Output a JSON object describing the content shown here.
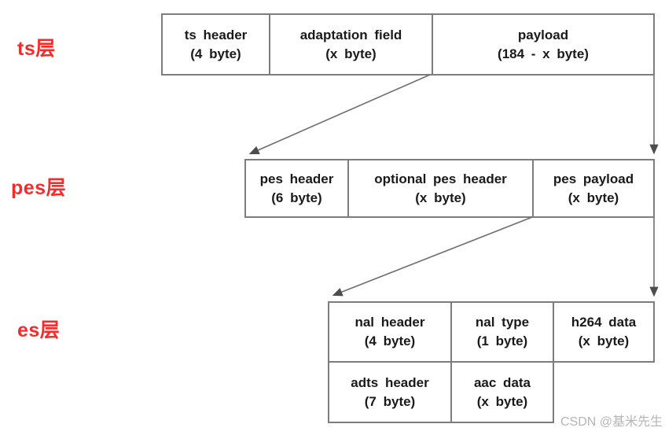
{
  "layers": {
    "ts": {
      "label": "ts层",
      "boxes": [
        {
          "title": "ts header",
          "size": "(4 byte)"
        },
        {
          "title": "adaptation field",
          "size": "(x byte)"
        },
        {
          "title": "payload",
          "size": "(184 - x byte)"
        }
      ]
    },
    "pes": {
      "label": "pes层",
      "boxes": [
        {
          "title": "pes header",
          "size": "(6 byte)"
        },
        {
          "title": "optional pes header",
          "size": "(x byte)"
        },
        {
          "title": "pes payload",
          "size": "(x byte)"
        }
      ]
    },
    "es": {
      "label": "es层",
      "row1": [
        {
          "title": "nal header",
          "size": "(4 byte)"
        },
        {
          "title": "nal type",
          "size": "(1 byte)"
        },
        {
          "title": "h264 data",
          "size": "(x byte)"
        }
      ],
      "row2": [
        {
          "title": "adts header",
          "size": "(7 byte)"
        },
        {
          "title": "aac data",
          "size": "(x byte)"
        }
      ]
    }
  },
  "watermark": "CSDN @基米先生",
  "colors": {
    "layer_label": "#fa2a2a",
    "box_border": "#7d7d7d",
    "box_text": "#1a1a1a",
    "arrow": "#5a5a5a",
    "watermark": "#b5b5b5"
  }
}
